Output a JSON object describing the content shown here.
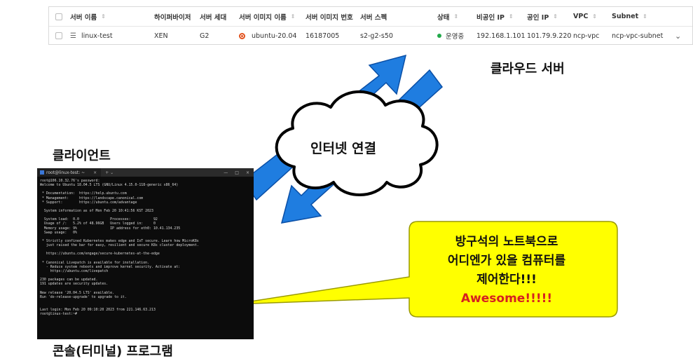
{
  "server_table": {
    "columns": {
      "server_name": "서버 이름",
      "hypervisor": "하이퍼바이저",
      "generation": "서버 세대",
      "image_name": "서버 이미지 이름",
      "image_number": "서버 이미지 번호",
      "spec": "서버 스펙",
      "status": "상태",
      "private_ip": "비공인 IP",
      "public_ip": "공인 IP",
      "vpc": "VPC",
      "subnet": "Subnet"
    },
    "sort_icon": "sort-updown-icon",
    "row": {
      "server_name": "linux-test",
      "hypervisor": "XEN",
      "generation": "G2",
      "image_name": "ubuntu-20.04",
      "image_number": "16187005",
      "spec": "s2-g2-s50",
      "status": "운영중",
      "private_ip": "192.168.1.101",
      "public_ip": "101.79.9.220",
      "vpc": "ncp-vpc",
      "subnet": "ncp-vpc-subnet"
    },
    "status_color": "#22a94a",
    "expand_icon": "chevron-down-icon"
  },
  "labels": {
    "cloud_server": "클라우드 서버",
    "client": "클라이언트",
    "console_program": "콘솔(터미널) 프로그램",
    "internet": "인터넷 연결"
  },
  "callout": {
    "lines": [
      "방구석의 노트북으로",
      "어디엔가 있을 컴퓨터를",
      "제어한다!!!"
    ],
    "accent_line": "Awesome!!!!!",
    "fill": "#ffff00",
    "accent_color": "#d62020"
  },
  "arrow_color": "#1f7de0",
  "terminal": {
    "tab_title": "root@linux-test: ~",
    "tab_close": "×",
    "new_tab": "+  ⌄",
    "window_controls": [
      "—",
      "□",
      "×"
    ],
    "lines": [
      "root@106.10.32.76's password:",
      "Welcome to Ubuntu 18.04.5 LTS (GNU/Linux 4.15.0-118-generic x86_64)",
      "",
      " * Documentation:  https://help.ubuntu.com",
      " * Management:     https://landscape.canonical.com",
      " * Support:        https://ubuntu.com/advantage",
      "",
      "  System information as of Mon Feb 20 10:41:56 KST 2023",
      "",
      "  System load:  0.0               Processes:           92",
      "  Usage of /:   5.2% of 48.96GB   Users logged in:     0",
      "  Memory usage: 9%                IP address for eth0: 10.41.134.235",
      "  Swap usage:   0%",
      "",
      " * Strictly confined Kubernetes makes edge and IoT secure. Learn how MicroK8s",
      "   just raised the bar for easy, resilient and secure K8s cluster deployment.",
      "",
      "   https://ubuntu.com/engage/secure-kubernetes-at-the-edge",
      "",
      " * Canonical Livepatch is available for installation.",
      "   - Reduce system reboots and improve kernel security. Activate at:",
      "     https://ubuntu.com/livepatch",
      "",
      "230 packages can be updated.",
      "191 updates are security updates.",
      "",
      "New release '20.04.5 LTS' available.",
      "Run 'do-release-upgrade' to upgrade to it.",
      "",
      "",
      "Last login: Mon Feb 20 09:10:20 2023 from 221.146.63.213",
      "root@linux-test:~#"
    ]
  }
}
